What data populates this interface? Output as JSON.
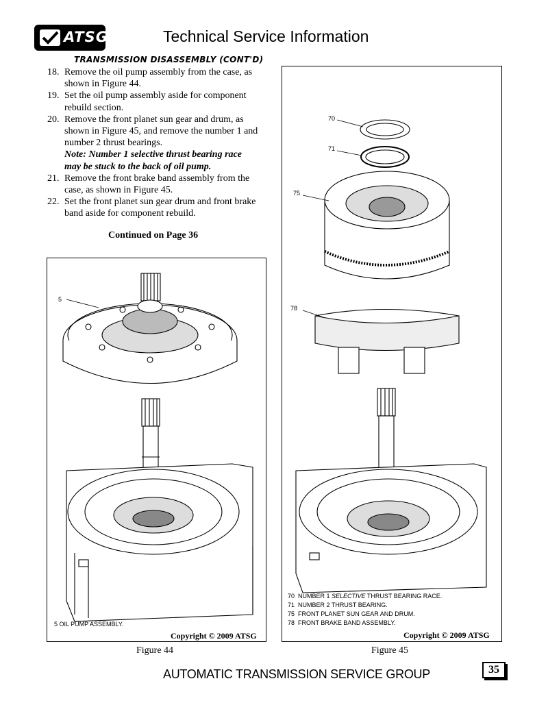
{
  "header": {
    "logo_text": "ATSG",
    "title": "Technical Service Information",
    "section": "TRANSMISSION DISASSEMBLY (CONT'D)"
  },
  "steps": [
    {
      "num": "18.",
      "text": "Remove the oil pump assembly from the case, as shown in Figure 44."
    },
    {
      "num": "19.",
      "text": "Set the oil pump assembly aside for component rebuild section."
    },
    {
      "num": "20.",
      "text": "Remove the front planet sun gear and drum, as shown in Figure 45, and remove the number 1 and number 2 thrust bearings.",
      "note": "Note: Number 1 selective thrust bearing race may be stuck to the back of oil pump."
    },
    {
      "num": "21.",
      "text": "Remove the front brake band assembly from the case, as shown in Figure 45."
    },
    {
      "num": "22.",
      "text": "Set the front planet sun gear drum and front brake band aside for component rebuild."
    }
  ],
  "continued": "Continued on Page 36",
  "figure44": {
    "callout": "5",
    "legend": "5  OIL PUMP ASSEMBLY.",
    "copyright": "Copyright © 2009 ATSG",
    "caption": "Figure 44"
  },
  "figure45": {
    "callouts": [
      "70",
      "71",
      "75",
      "78"
    ],
    "legend": [
      {
        "num": "70",
        "pre": "NUMBER 1 ",
        "em": "SELECTIVE",
        "post": " THRUST BEARING RACE."
      },
      {
        "num": "71",
        "pre": "NUMBER 2 THRUST BEARING.",
        "em": "",
        "post": ""
      },
      {
        "num": "75",
        "pre": "FRONT PLANET SUN GEAR AND DRUM.",
        "em": "",
        "post": ""
      },
      {
        "num": "78",
        "pre": "FRONT BRAKE BAND ASSEMBLY.",
        "em": "",
        "post": ""
      }
    ],
    "copyright": "Copyright © 2009 ATSG",
    "caption": "Figure 45"
  },
  "footer": {
    "org": "AUTOMATIC TRANSMISSION SERVICE GROUP",
    "page": "35"
  }
}
